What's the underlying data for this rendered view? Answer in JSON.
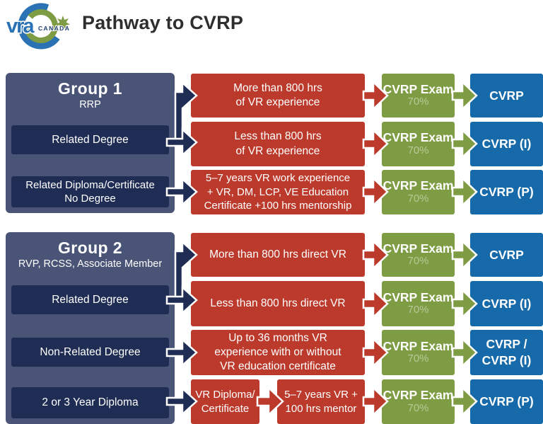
{
  "header": {
    "title": "Pathway to CVRP",
    "logo": {
      "brand": "vra",
      "country": "CANADA"
    }
  },
  "colors": {
    "panel_background": "#4a5476",
    "credential_box": "#1f2c54",
    "experience_box": "#bc3a2c",
    "exam_box": "#7e9c43",
    "outcome_box": "#176aa9",
    "title_text": "#2e2e2e",
    "logo_blue": "#2a72b3",
    "logo_green": "#7e9c43"
  },
  "group1": {
    "title": "Group 1",
    "subtitle": "RRP",
    "credentials": {
      "related_degree": "Related Degree",
      "related_diploma": "Related Diploma/Certificate\nNo Degree"
    },
    "rows": [
      {
        "experience": "More than 800 hrs\nof VR experience",
        "exam": "CVRP Exam",
        "score": "70%",
        "outcome": "CVRP"
      },
      {
        "experience": "Less than 800 hrs\nof VR experience",
        "exam": "CVRP Exam",
        "score": "70%",
        "outcome": "CVRP (I)"
      },
      {
        "experience": "5–7 years VR work experience\n+ VR, DM, LCP, VE Education\nCertificate +100 hrs mentorship",
        "exam": "CVRP Exam",
        "score": "70%",
        "outcome": "CVRP (P)"
      }
    ]
  },
  "group2": {
    "title": "Group 2",
    "subtitle": "RVP, RCSS, Associate Member",
    "credentials": {
      "related_degree": "Related Degree",
      "non_related_degree": "Non-Related Degree",
      "diploma": "2 or 3 Year Diploma"
    },
    "rows": [
      {
        "experience": "More than 800 hrs direct VR",
        "exam": "CVRP Exam",
        "score": "70%",
        "outcome": "CVRP"
      },
      {
        "experience": "Less than 800 hrs direct VR",
        "exam": "CVRP Exam",
        "score": "70%",
        "outcome": "CVRP (I)"
      },
      {
        "experience": "Up to 36 months VR\nexperience with or without\nVR education certificate",
        "exam": "CVRP Exam",
        "score": "70%",
        "outcome": "CVRP /\nCVRP (I)"
      },
      {
        "step1": "VR Diploma/\nCertificate",
        "step2": "5–7 years VR +\n100 hrs mentor",
        "exam": "CVRP Exam",
        "score": "70%",
        "outcome": "CVRP (P)"
      }
    ]
  }
}
